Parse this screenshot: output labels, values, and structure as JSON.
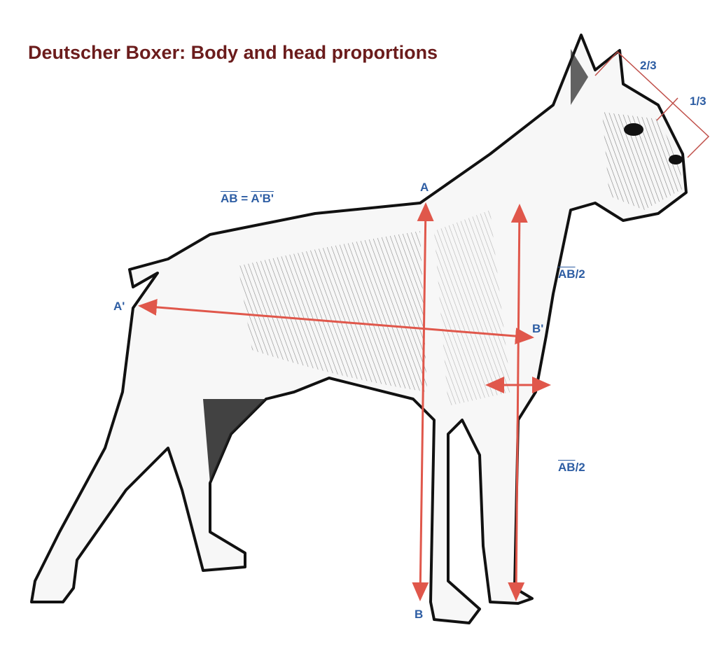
{
  "title": "Deutscher Boxer: Body and head proportions",
  "labels": {
    "head_upper": "2/3",
    "head_lower": "1/3",
    "point_a": "A",
    "point_b": "B",
    "point_a_prime": "A'",
    "point_b_prime": "B'",
    "equation": {
      "left": "AB",
      "sign": "=",
      "right": "A'B'"
    },
    "half_upper": {
      "segment": "AB",
      "suffix": "/2"
    },
    "half_lower": {
      "segment": "AB",
      "suffix": "/2"
    }
  },
  "colors": {
    "title": "#6b1c1c",
    "label": "#2d5da3",
    "arrow": "#e0574b",
    "ink": "#111111"
  }
}
